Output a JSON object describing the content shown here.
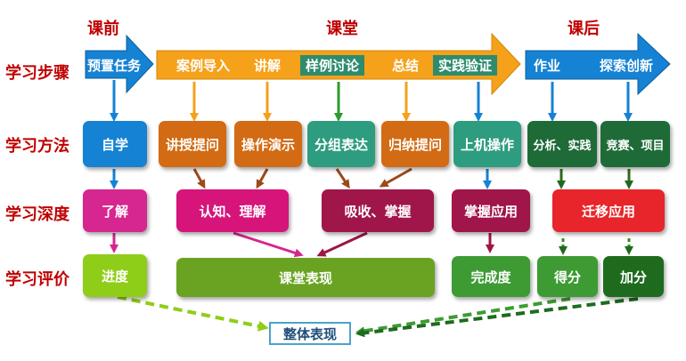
{
  "phases": {
    "before": "课前",
    "class": "课堂",
    "after": "课后"
  },
  "row_labels": {
    "steps": "学习步骤",
    "methods": "学习方法",
    "depth": "学习深度",
    "evaluation": "学习评价"
  },
  "steps": {
    "preview": "预置任务",
    "case_intro": "案例导入",
    "explain": "讲解",
    "sample_discuss": "样例讨论",
    "summary": "总结",
    "practice_verify": "实践验证",
    "homework": "作业",
    "explore_innovate": "探索创新"
  },
  "methods": {
    "self_study": "自学",
    "lecture_question": "讲授提问",
    "demo": "操作演示",
    "group_express": "分组表达",
    "induce_question": "归纳提问",
    "lab_operation": "上机操作",
    "analyze_practice": "分析、实践",
    "contest_project": "竞赛、项目"
  },
  "depth": {
    "understand_basic": "了解",
    "cognize_understand": "认知、理解",
    "absorb_master": "吸收、掌握",
    "master_apply": "掌握应用",
    "transfer_apply": "迁移应用"
  },
  "evaluation": {
    "progress": "进度",
    "class_performance": "课堂表现",
    "completion": "完成度",
    "score": "得分",
    "bonus": "加分",
    "overall": "整体表现"
  },
  "colors": {
    "title_red": "#c00000",
    "blue": "#1582d4",
    "orange": "#f5a11a",
    "teal": "#2e9c7f",
    "dark_green": "#1e6b38",
    "magenta": "#d6268f",
    "crimson": "#a0164a",
    "red": "#e8252a",
    "olive_green": "#6aa322",
    "green": "#3e9b34",
    "lime": "#8fce18"
  }
}
